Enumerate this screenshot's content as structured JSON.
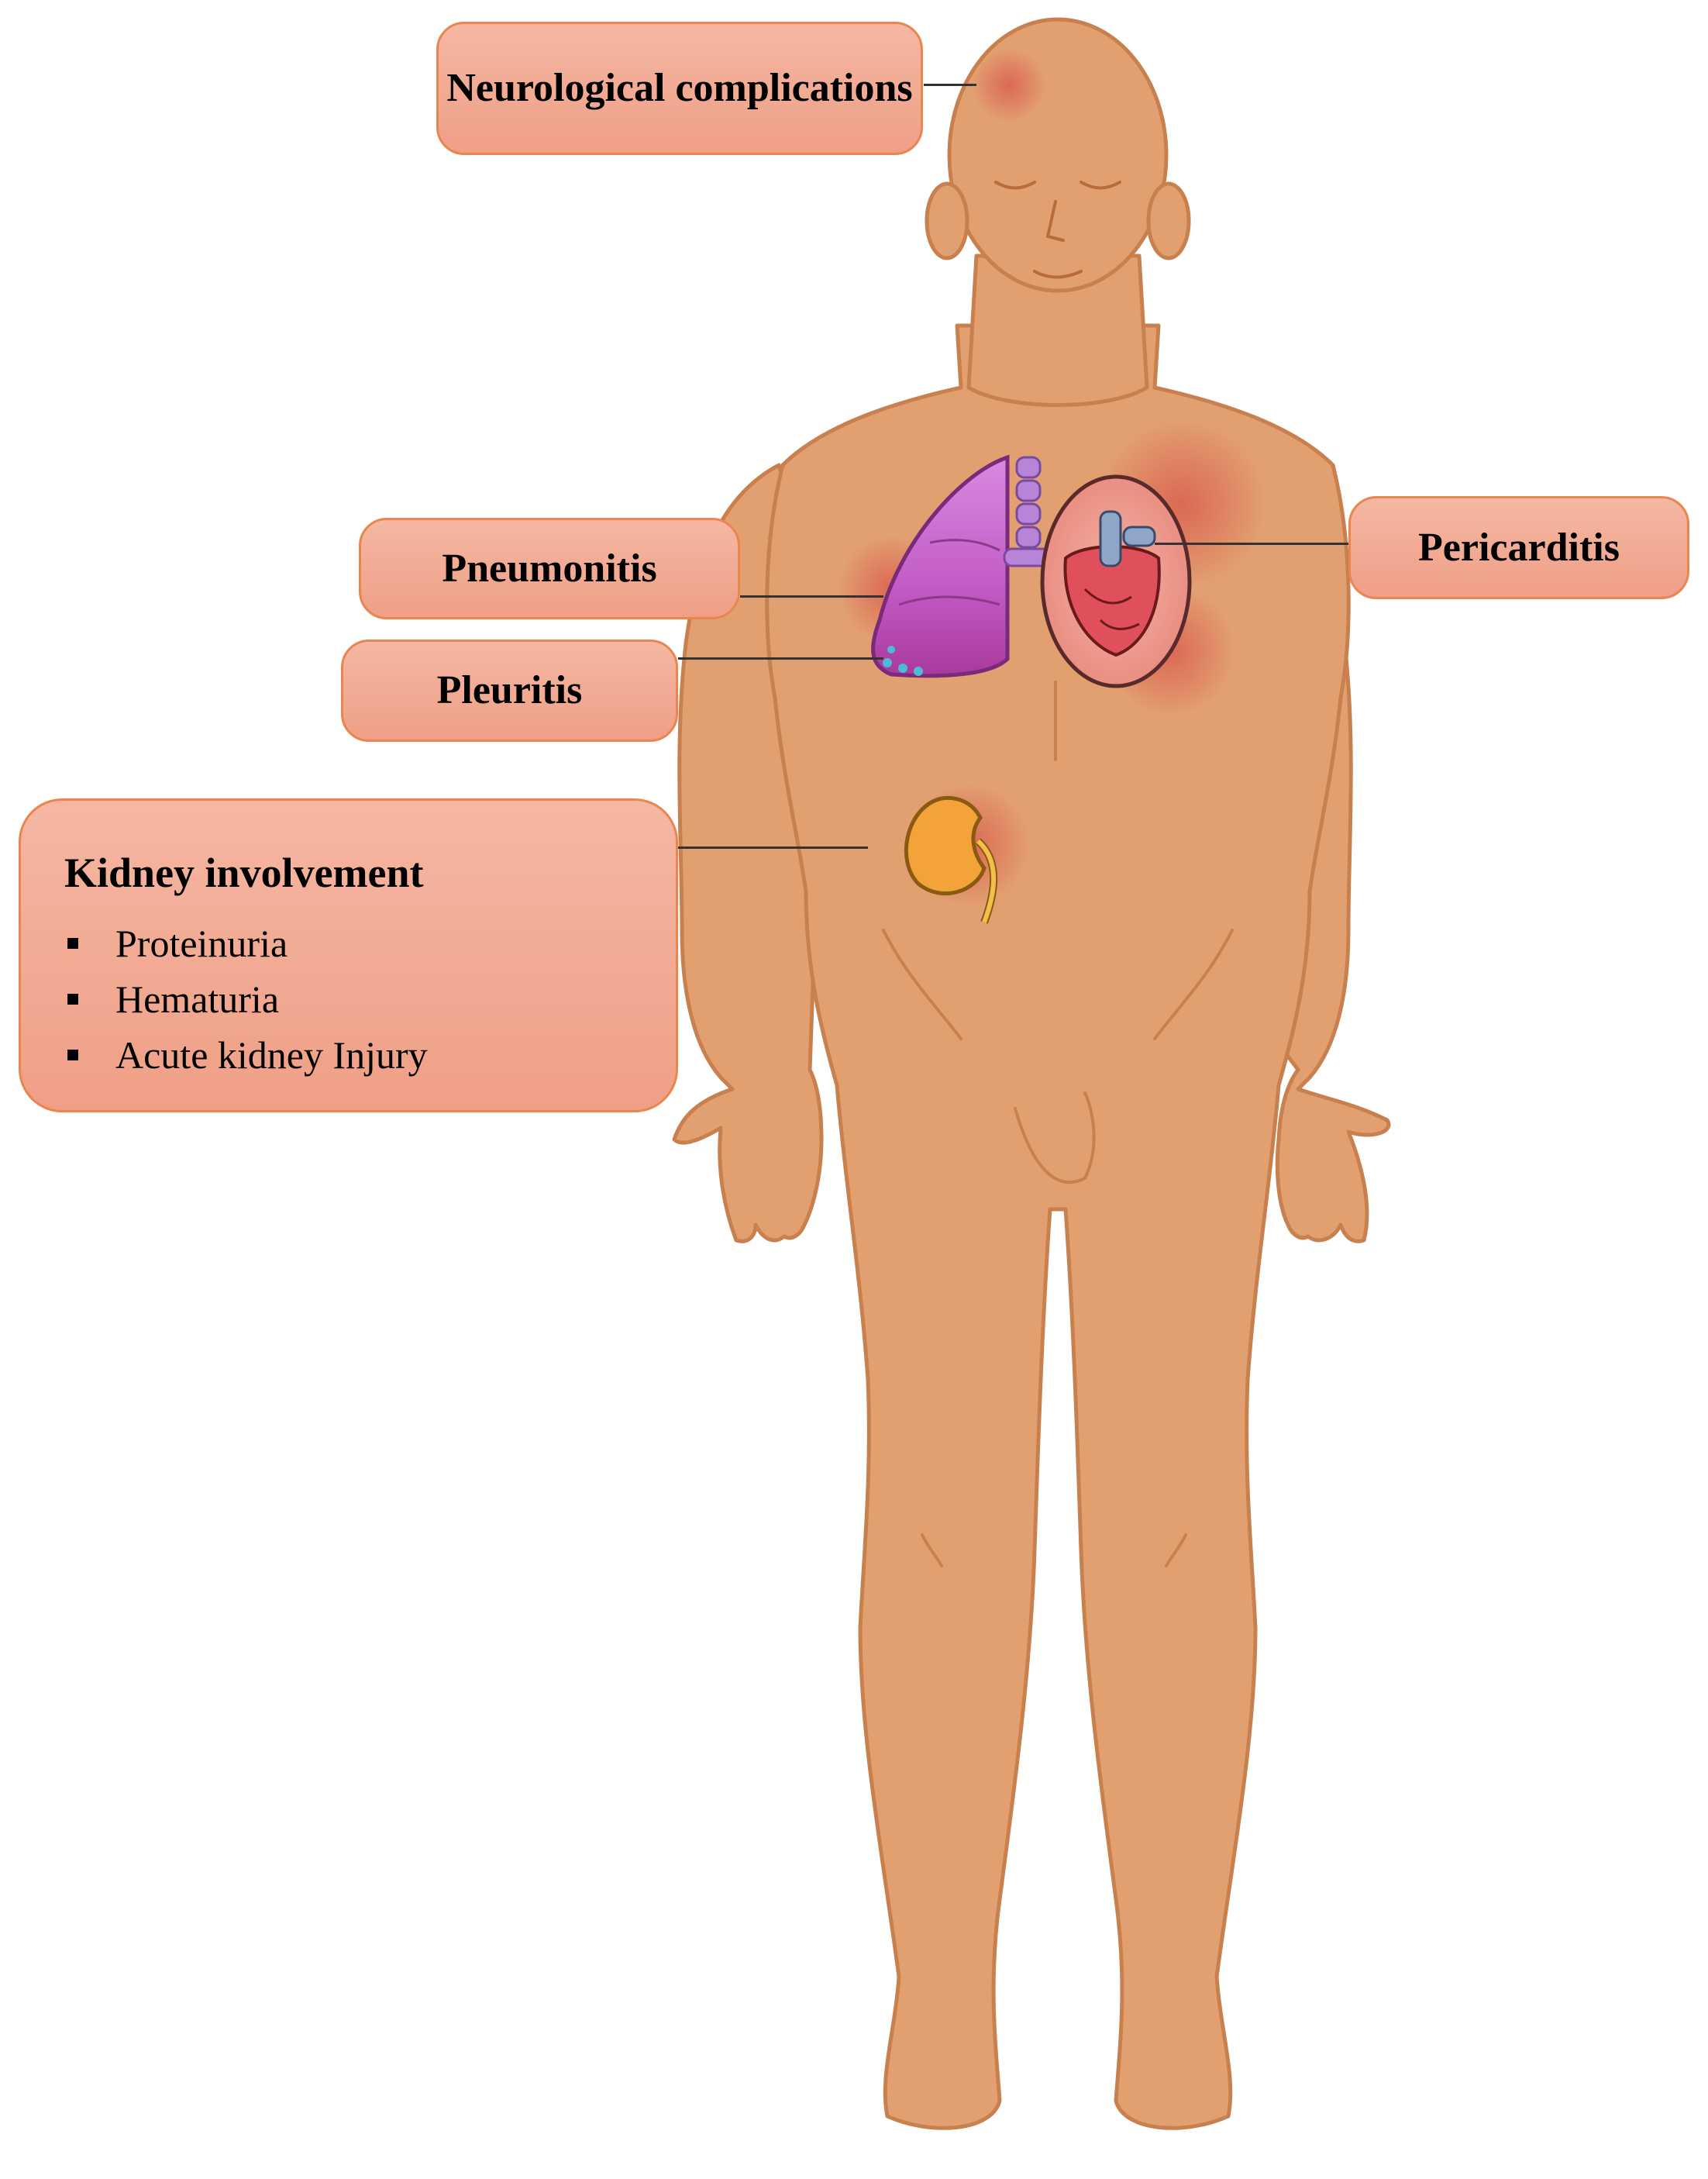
{
  "callouts": {
    "neurological": "Neurological complications",
    "pneumonitis": "Pneumonitis",
    "pleuritis": "Pleuritis",
    "pericarditis": "Pericarditis",
    "kidney": {
      "title": "Kidney involvement",
      "items": [
        "Proteinuria",
        "Hematuria",
        "Acute kidney Injury"
      ]
    }
  },
  "colors": {
    "skin": "#e2a071",
    "skin_shade": "#c9804f",
    "callout_fill": "#f2ab94",
    "callout_border": "#e9864f",
    "inflammation": "#d9564a",
    "lung": "#c462c8",
    "heart": "#e05560",
    "kidney": "#f2a43a"
  }
}
